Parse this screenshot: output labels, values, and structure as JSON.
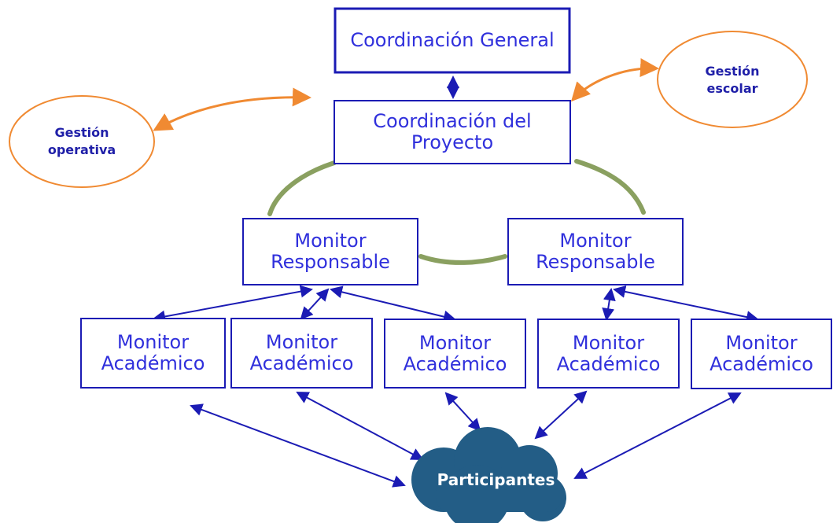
{
  "colors": {
    "box_border": "#1b1bb4",
    "text_blue": "#3030dc",
    "ellipse_text": "#1f1fa8",
    "orange": "#f08a32",
    "green": "#8aa060",
    "cloud": "#235d86",
    "cloud_text": "#ffffff"
  },
  "diagram": {
    "coordination": {
      "general": "Coordinación General",
      "project": "Coordinación del\nProyecto"
    },
    "management": {
      "operational": "Gestión\noperativa",
      "school": "Gestión\nescolar"
    },
    "responsible_monitors": [
      "Monitor\nResponsable",
      "Monitor\nResponsable"
    ],
    "academic_monitors": [
      "Monitor\nAcadémico",
      "Monitor\nAcadémico",
      "Monitor\nAcadémico",
      "Monitor\nAcadémico",
      "Monitor\nAcadémico"
    ],
    "participants": "Participantes"
  }
}
